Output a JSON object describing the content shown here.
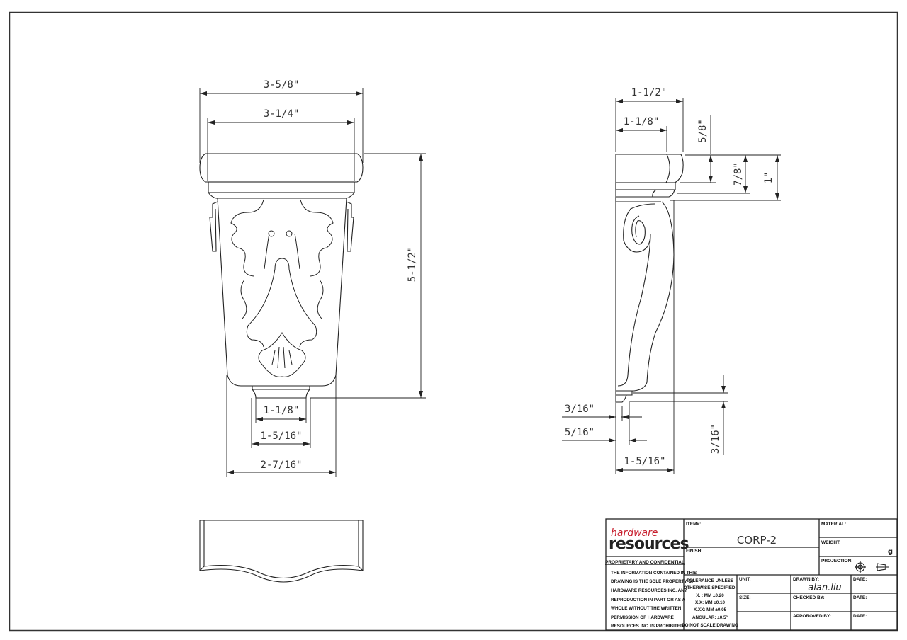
{
  "drawing": {
    "front_view": {
      "dimensions": {
        "overall_top_width": "3-5/8\"",
        "cap_width": "3-1/4\"",
        "overall_height": "5-1/2\"",
        "bottom_foot_inner": "1-1/8\"",
        "bottom_foot_outer": "1-5/16\"",
        "body_bottom_width": "2-7/16\""
      }
    },
    "side_view": {
      "dimensions": {
        "overall_depth": "1-1/2\"",
        "cap_depth": "1-1/8\"",
        "cap_height": "5/8\"",
        "cap_molding_height": "7/8\"",
        "top_section_height": "1\"",
        "foot_step_small": "3/16\"",
        "foot_step_large": "5/16\"",
        "foot_height": "3/16\"",
        "bottom_depth": "1-5/16\""
      }
    },
    "top_view": {}
  },
  "title_block": {
    "brand": {
      "top": "hardware",
      "bottom": "resources",
      "accent_color": "#c8202f"
    },
    "proprietary": {
      "heading": "PROPRIETARY AND CONFIDENTIAL",
      "lines": [
        "THE INFORMATION CONTAINED IN THIS",
        "DRAWING IS THE SOLE PROPERTY OF",
        "HARDWARE RESOURCES INC.  ANY",
        "REPRODUCTION IN PART OR AS A",
        "WHOLE  WITHOUT THE WRITTEN",
        "PERMISSION OF HARDWARE",
        "RESOURCES INC. IS PROHIBITED."
      ]
    },
    "item_label": "ITEM#:",
    "item_value": "CORP-2",
    "finish_label": "FINISH:",
    "material_label": "MATERIAL:",
    "weight_label": "WEIGHT:",
    "weight_unit": "g",
    "projection_label": "PROJECTION:",
    "tolerance": {
      "lines": [
        "TOLERANCE UNLESS",
        "OTHERWISE SPECIFIED:",
        "X. :  MM    ±0.20",
        "X.X:  MM    ±0.10",
        "X.XX:  MM  ±0.05",
        "ANGULAR:    ±0.5°",
        "DO NOT SCALE DRAWING"
      ]
    },
    "unit_label": "UNIT:",
    "size_label": "SIZE:",
    "drawn_by_label": "DRAWN BY:",
    "drawn_by_signature": "alan.liu",
    "checked_by_label": "CHECKED BY:",
    "approved_by_label": "APPOROVED BY:",
    "date_label": "DATE:"
  }
}
